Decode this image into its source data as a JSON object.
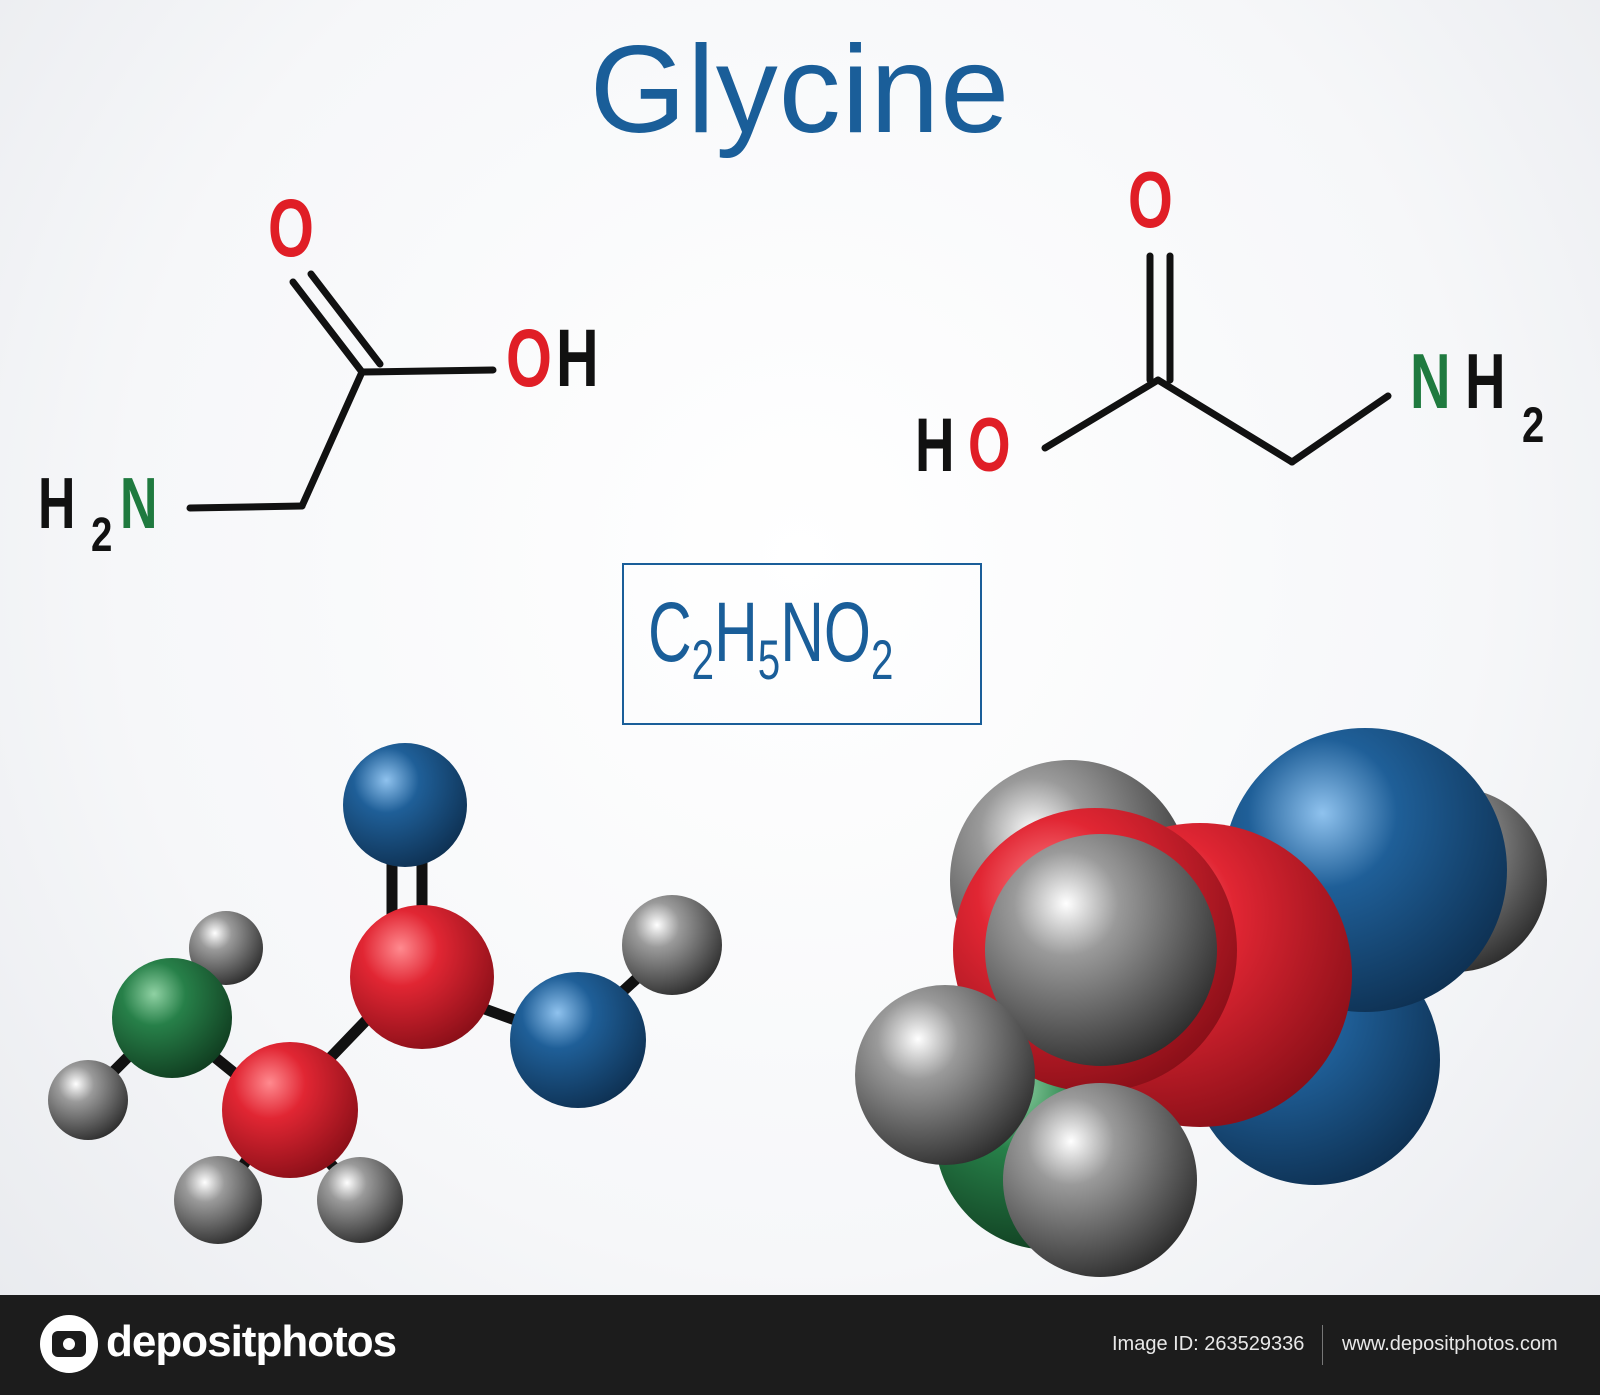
{
  "title": "Glycine",
  "structure_left": {
    "o_top": "O",
    "oh_o": "O",
    "oh_h": "H",
    "h2n_h": "H",
    "h2n_sub": "2",
    "h2n_n": "N"
  },
  "structure_right": {
    "o_top": "O",
    "ho_h": "H",
    "ho_o": "O",
    "nh2_n": "N",
    "nh2_h": "H",
    "nh2_sub": "2"
  },
  "formula": {
    "c": "C",
    "c_sub": "2",
    "h": "H",
    "h_sub": "5",
    "n": "N",
    "o": "O",
    "o_sub": "2"
  },
  "colors": {
    "title": "#1a5e99",
    "oxygen_label": "#e01e26",
    "nitrogen_label": "#1f7a3f",
    "atom_red": "#c91f2b",
    "atom_blue": "#1b4f82",
    "atom_green": "#23743f",
    "atom_gray": "#7a7a7a"
  },
  "footer": {
    "brand": "depositphotos",
    "image_id": "Image ID: 263529336",
    "website": "www.depositphotos.com"
  }
}
